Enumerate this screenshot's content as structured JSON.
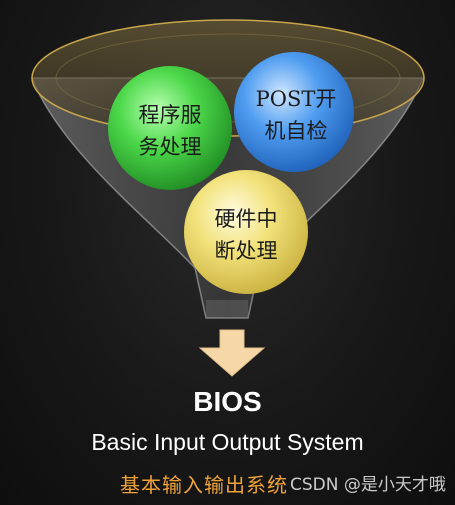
{
  "diagram": {
    "balls": [
      {
        "id": "service",
        "lines": [
          "程序服",
          "务处理"
        ],
        "color": "#4cd84a"
      },
      {
        "id": "post",
        "lines": [
          "POST开",
          "机自检"
        ],
        "color": "#4f9df0"
      },
      {
        "id": "interrupt",
        "lines": [
          "硬件中",
          "断处理"
        ],
        "color": "#f2e27a"
      }
    ],
    "arrow_color": "#f6d8a8"
  },
  "caption": {
    "title": "BIOS",
    "full_name": "Basic Input Output System",
    "chinese_name": "基本输入输出系统"
  },
  "watermark": "CSDN @是小天才哦"
}
